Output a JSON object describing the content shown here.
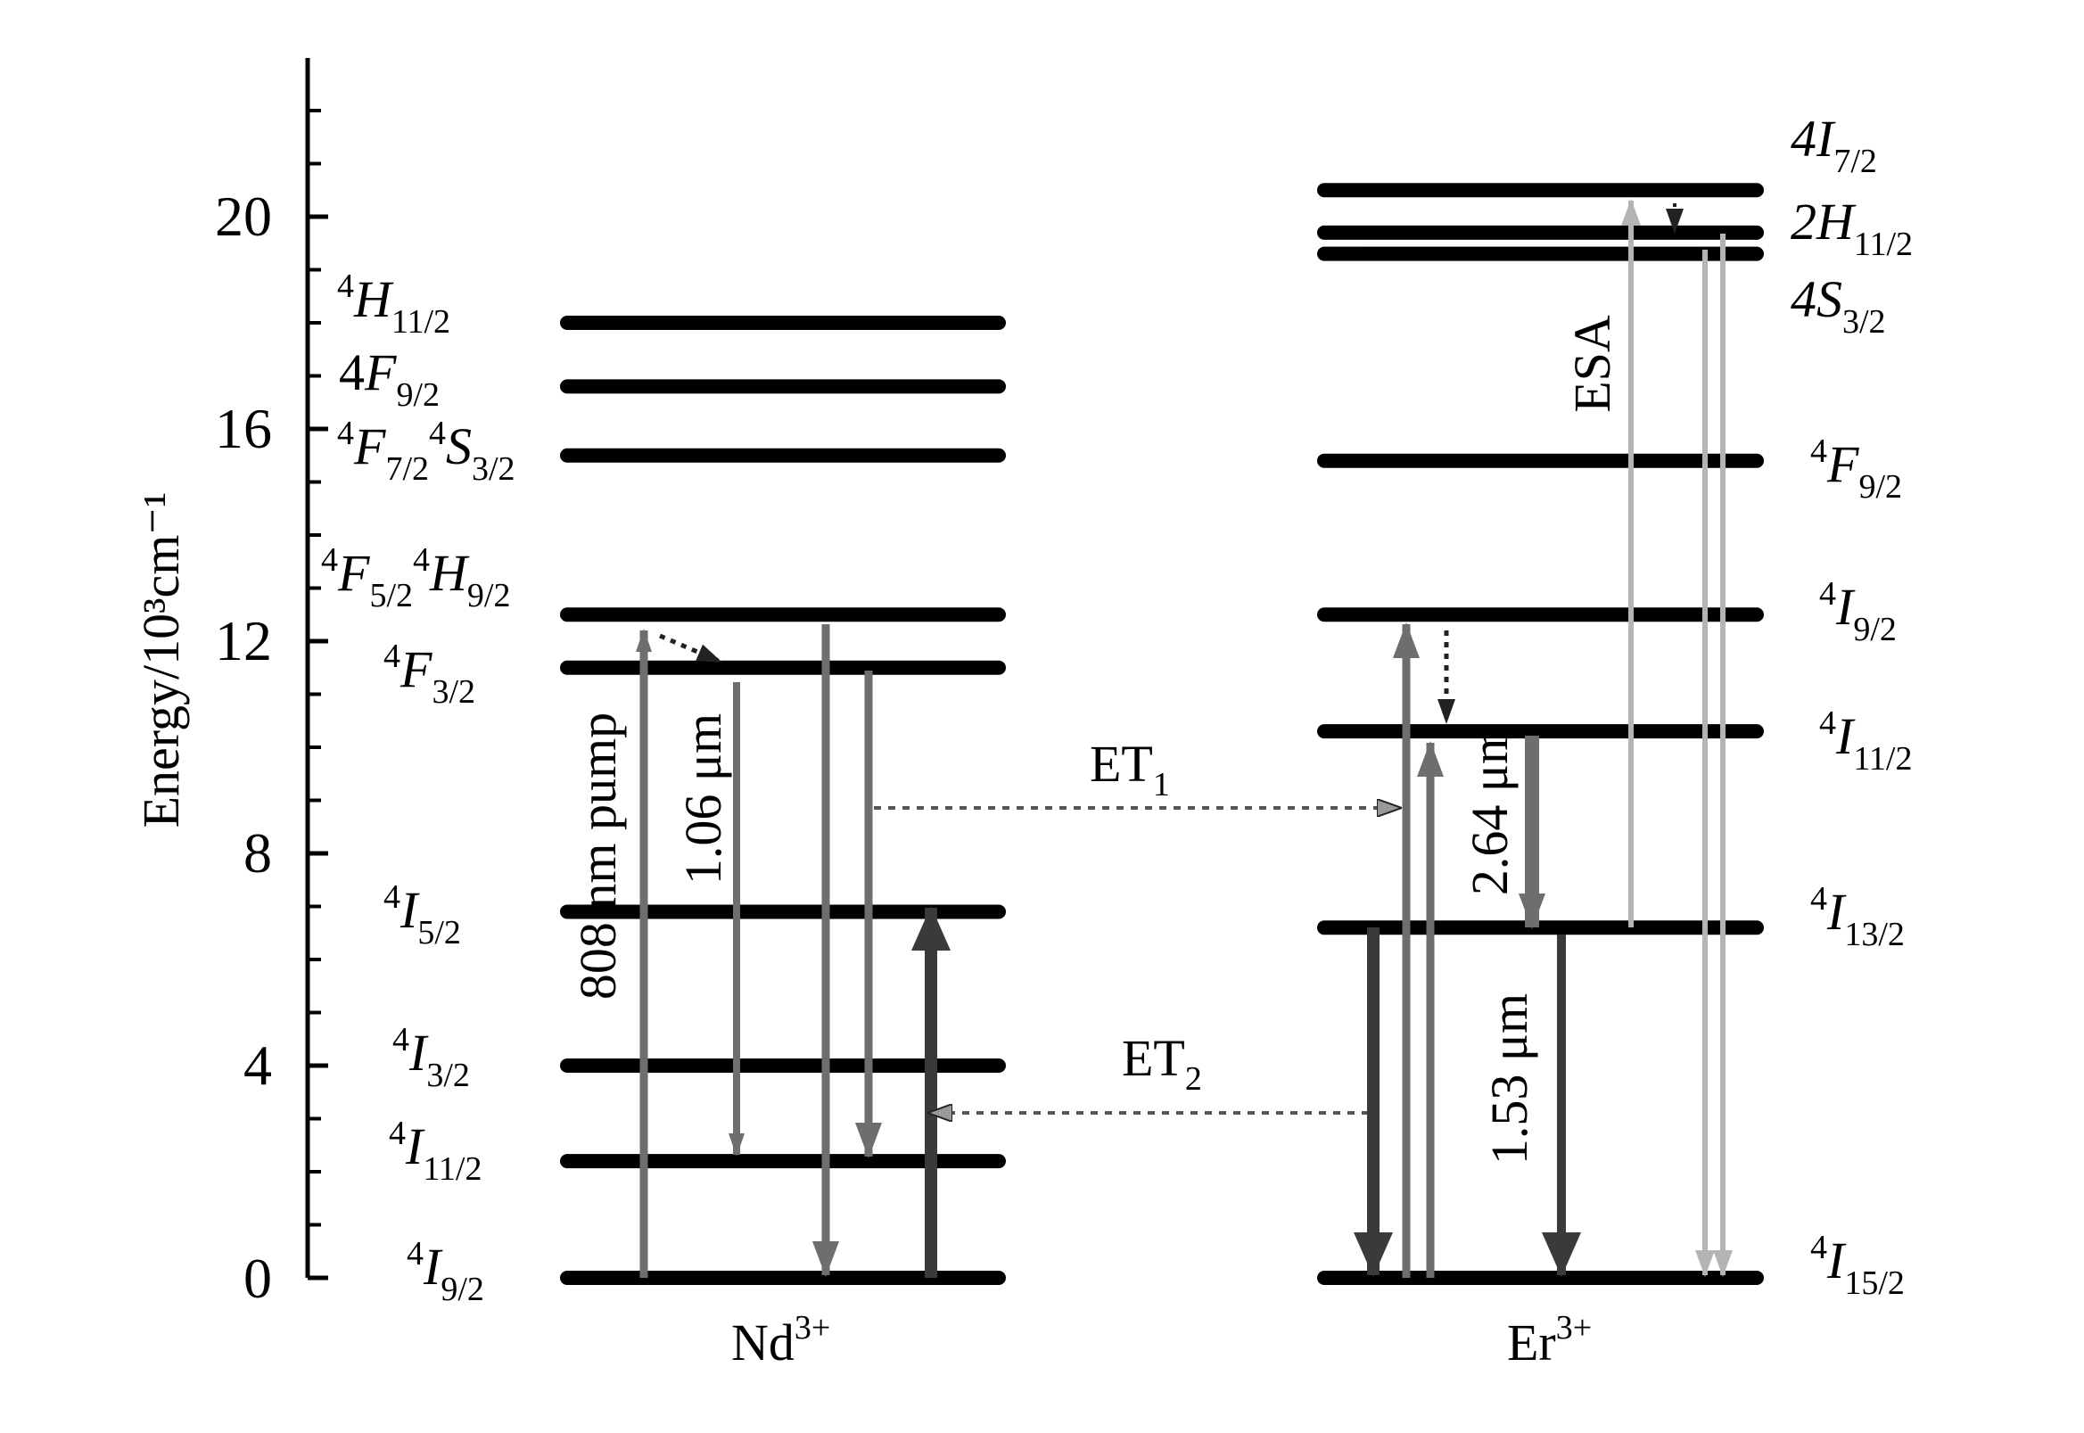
{
  "axis": {
    "title": "Energy/10³cm⁻¹",
    "ylim": [
      0,
      22
    ],
    "major_ticks": [
      0,
      4,
      8,
      12,
      16,
      20
    ],
    "tick_labels": [
      "0",
      "4",
      "8",
      "12",
      "16",
      "20"
    ]
  },
  "ions": {
    "nd": "Nd",
    "nd_sup": "3+",
    "er": "Er",
    "er_sup": "3+"
  },
  "nd_levels": [
    {
      "energy": 0,
      "label": "4I9/2"
    },
    {
      "energy": 2.2,
      "label": "4I11/2"
    },
    {
      "energy": 4.0,
      "label": "4I3/2"
    },
    {
      "energy": 6.9,
      "label": "4I5/2"
    },
    {
      "energy": 11.5,
      "label": "4F3/2"
    },
    {
      "energy": 12.5,
      "label": "4F5/2 4H9/2"
    },
    {
      "energy": 15.5,
      "label": "4F7/2 4S3/2"
    },
    {
      "energy": 16.8,
      "label": "4F9/2"
    },
    {
      "energy": 18.0,
      "label": "4H11/2"
    }
  ],
  "er_levels": [
    {
      "energy": 0,
      "label": "4I15/2"
    },
    {
      "energy": 6.6,
      "label": "4I13/2"
    },
    {
      "energy": 10.3,
      "label": "4I11/2"
    },
    {
      "energy": 12.5,
      "label": "4I9/2"
    },
    {
      "energy": 15.4,
      "label": "4F9/2"
    },
    {
      "energy": 19.3,
      "label": "4S3/2"
    },
    {
      "energy": 19.7,
      "label": "2H11/2"
    },
    {
      "energy": 20.5,
      "label": "4I7/2"
    }
  ],
  "nd_state_labels": {
    "h11_pre": "4",
    "h11_main": "H",
    "h11_sub": "11/2",
    "f9_pre": "4",
    "f9_main": "F",
    "f9_sub": "9/2",
    "f7_pre": "4",
    "f7_main": "F",
    "f7_sub": "7/2",
    "s3_pre": "4",
    "s3_main": "S",
    "s3_sub": "3/2",
    "f5_pre": "4",
    "f5_main": "F",
    "f5_sub": "5/2",
    "h9_pre": "4",
    "h9_main": "H",
    "h9_sub": "9/2",
    "f3_pre": "4",
    "f3_main": "F",
    "f3_sub": "3/2",
    "i5_pre": "4",
    "i5_main": "I",
    "i5_sub": "5/2",
    "i3_pre": "4",
    "i3_main": "I",
    "i3_sub": "3/2",
    "i11_pre": "4",
    "i11_main": "I",
    "i11_sub": "11/2",
    "i9_pre": "4",
    "i9_main": "I",
    "i9_sub": "9/2"
  },
  "er_state_labels": {
    "i7_main": "4I",
    "i7_sub": "7/2",
    "h11_main": "2H",
    "h11_sub": "11/2",
    "s3_main": "4S",
    "s3_sub": "3/2",
    "f9_pre": "4",
    "f9_main": "F",
    "f9_sub": "9/2",
    "i9_pre": "4",
    "i9_main": "I",
    "i9_sub": "9/2",
    "i11_pre": "4",
    "i11_main": "I",
    "i11_sub": "11/2",
    "i13_pre": "4",
    "i13_main": "I",
    "i13_sub": "13/2",
    "i15_pre": "4",
    "i15_main": "I",
    "i15_sub": "15/2"
  },
  "process_labels": {
    "pump": "808 nm pump",
    "nd_emission": "1.06 μm",
    "et1_main": "ET",
    "et1_sub": "1",
    "et2_main": "ET",
    "et2_sub": "2",
    "esa": "ESA",
    "er_264": "2.64 μm",
    "er_153": "1.53 μm"
  },
  "colors": {
    "level": "#000000",
    "arrow_dark": "#3a3a3a",
    "arrow_mid": "#6e6e6e",
    "arrow_light": "#b4b4b4",
    "dotted": "#555555"
  }
}
